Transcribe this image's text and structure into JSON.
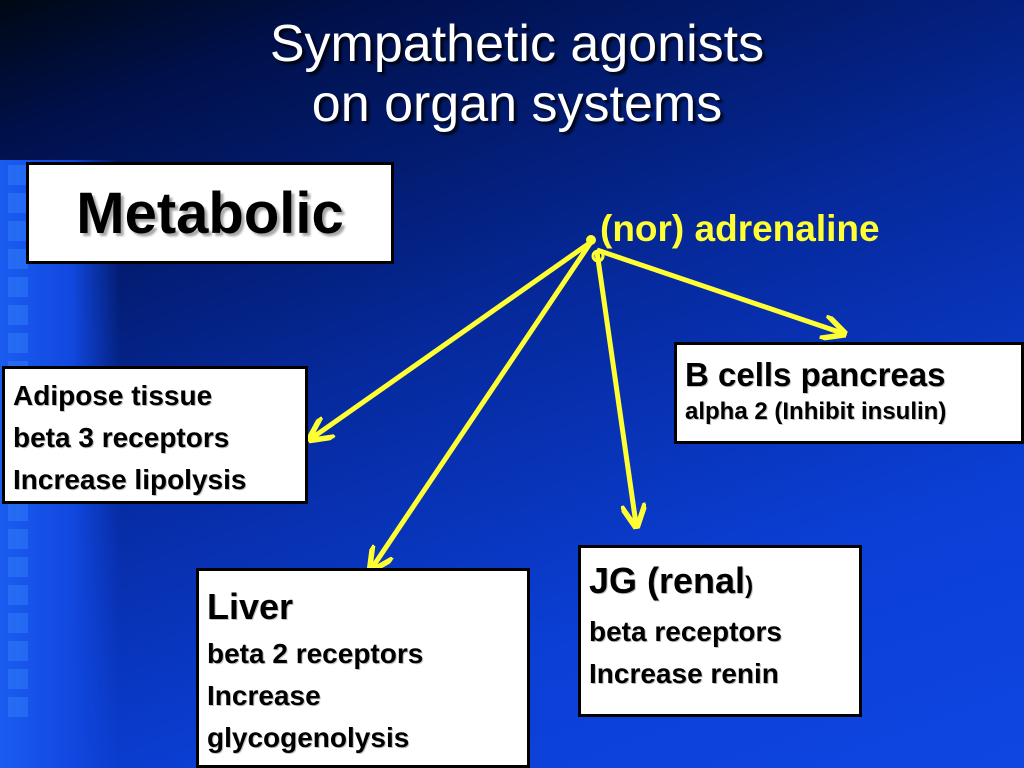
{
  "title": {
    "line1": "Sympathetic agonists",
    "line2": "on organ systems"
  },
  "section_label": "Metabolic",
  "hub_label": "(nor) adrenaline",
  "colors": {
    "arrow": "#ffff33",
    "hub_text": "#ffff33",
    "title_text": "#ffffff",
    "box_fill": "#ffffff"
  },
  "targets": {
    "adipose": {
      "lines": [
        "Adipose tissue",
        "beta 3 receptors",
        "Increase lipolysis"
      ]
    },
    "bcells": {
      "lines": [
        "B cells  pancreas",
        "alpha 2 (Inhibit insulin)"
      ]
    },
    "jg": {
      "lines": [
        "JG (renal",
        ")",
        "beta  receptors",
        "Increase renin"
      ]
    },
    "liver": {
      "lines": [
        "Liver",
        "beta 2 receptors",
        "Increase",
        "glycogenolysis"
      ]
    }
  }
}
